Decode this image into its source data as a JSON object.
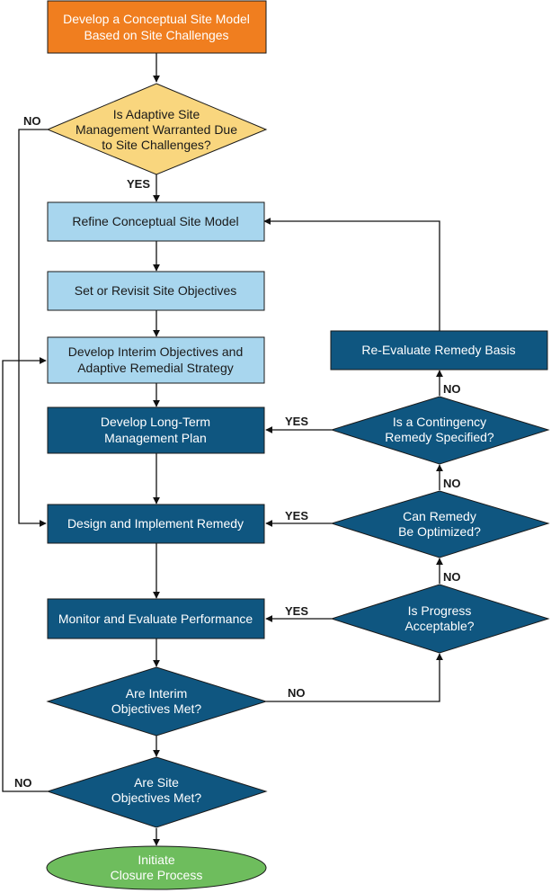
{
  "colors": {
    "orange": "#f07e1f",
    "yellow": "#f9d67e",
    "light_blue": "#a8d6ee",
    "dark_blue": "#0f5680",
    "green": "#6ebd5d",
    "line": "#111111"
  },
  "nodes": {
    "develop_csm": [
      "Develop a Conceptual Site Model",
      "Based on Site Challenges"
    ],
    "adaptive_warranted": [
      "Is Adaptive Site",
      "Management Warranted Due",
      "to Site Challenges?"
    ],
    "refine_csm": [
      "Refine Conceptual Site Model"
    ],
    "set_objectives": [
      "Set or Revisit Site Objectives"
    ],
    "interim_objectives": [
      "Develop Interim Objectives and",
      "Adaptive Remedial Strategy"
    ],
    "long_term_plan": [
      "Develop Long-Term",
      "Management Plan"
    ],
    "design_implement": [
      "Design and Implement Remedy"
    ],
    "monitor_evaluate": [
      "Monitor and Evaluate Performance"
    ],
    "interim_met": [
      "Are Interim",
      "Objectives Met?"
    ],
    "site_met": [
      "Are Site",
      "Objectives Met?"
    ],
    "closure": [
      "Initiate",
      "Closure Process"
    ],
    "reevaluate": [
      "Re-Evaluate Remedy Basis"
    ],
    "contingency": [
      "Is a Contingency",
      "Remedy Specified?"
    ],
    "optimized": [
      "Can Remedy",
      "Be Optimized?"
    ],
    "progress": [
      "Is Progress",
      "Acceptable?"
    ]
  },
  "edge_labels": {
    "no_adaptive": "NO",
    "yes_adaptive": "YES",
    "no_contingency": "NO",
    "yes_contingency": "YES",
    "no_optimized": "NO",
    "yes_optimized": "YES",
    "no_progress": "NO",
    "yes_progress": "YES",
    "no_interim": "NO",
    "no_site": "NO"
  }
}
